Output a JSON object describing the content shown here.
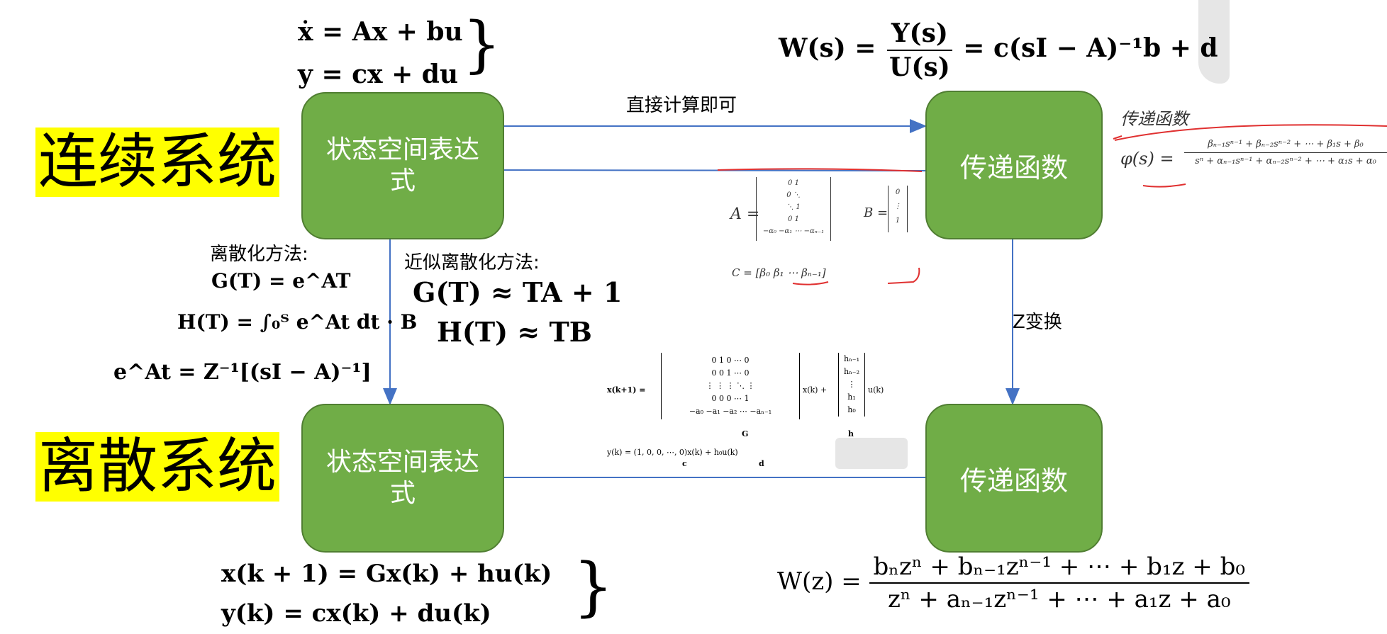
{
  "labels": {
    "continuous": "连续系统",
    "discrete": "离散系统"
  },
  "boxes": {
    "cont_state": "状态空间表达式",
    "cont_tf": "传递函数",
    "disc_state": "状态空间表达式",
    "disc_tf": "传递函数"
  },
  "annotations": {
    "direct_compute": "直接计算即可",
    "z_transform": "Z变换",
    "discretize_method": "离散化方法:",
    "approx_discretize": "近似离散化方法:"
  },
  "equations": {
    "cont_state_1": "ẋ = Ax + bu",
    "cont_state_2": "y = cx + du",
    "cont_tf_lhs": "W(s) =",
    "cont_tf_num": "Y(s)",
    "cont_tf_den": "U(s)",
    "cont_tf_rhs": "= c(sI − A)⁻¹b + d",
    "g_exact": "G(T) = e^AT",
    "h_exact": "H(T) = ∫₀ᵀ e^At dt · B",
    "eat": "e^At = Z⁻¹[(sI − A)⁻¹]",
    "g_approx": "G(T) ≈ TA + 1",
    "h_approx": "H(T) ≈ TB",
    "disc_state_1": "x(k + 1) = Gx(k) + hu(k)",
    "disc_state_2": "y(k) = cx(k) + du(k)",
    "disc_tf_lhs": "W(z) =",
    "disc_tf_num": "bₙzⁿ + bₙ₋₁zⁿ⁻¹ + ⋯ + b₁z + b₀",
    "disc_tf_den": "zⁿ + aₙ₋₁zⁿ⁻¹ + ⋯ + a₁z + a₀",
    "ctrl_form_x": "x(k+1) =",
    "ctrl_form_G_rows": [
      "0   1   0   ⋯   0",
      "0   0   1   ⋯   0",
      "⋮   ⋮   ⋮   ⋱   ⋮",
      "0   0   0   ⋯   1",
      "−a₀  −a₁  −a₂  ⋯  −aₙ₋₁"
    ],
    "ctrl_form_G_label": "G",
    "ctrl_form_mid": "x(k) +",
    "ctrl_form_h_rows": [
      "hₙ₋₁",
      "hₙ₋₂",
      "⋮",
      "h₁",
      "h₀"
    ],
    "ctrl_form_h_label": "h",
    "ctrl_form_u": "u(k)",
    "ctrl_form_y": "y(k) = (1, 0, 0, ⋯, 0)x(k) + h₀u(k)",
    "ctrl_form_c": "c",
    "ctrl_form_d": "d"
  },
  "handwriting": {
    "title": "传递函数",
    "phi": "φ(s) =",
    "num": "βₙ₋₁sⁿ⁻¹ + βₙ₋₂sⁿ⁻² + ⋯ + β₁s + β₀",
    "den": "sⁿ + αₙ₋₁sⁿ⁻¹ + αₙ₋₂sⁿ⁻² + ⋯ + α₁s + α₀",
    "A_label": "A =",
    "A_rows": [
      "0  1",
      "0  ⋱",
      "⋱  1",
      "0  1",
      "−α₀ −α₁ ⋯ −αₙ₋₁"
    ],
    "B_label": "B =",
    "B_rows": [
      "0",
      "⋮",
      "1"
    ],
    "C_row": "C = [β₀  β₁  ⋯ βₙ₋₁]"
  },
  "colors": {
    "box_fill": "#70ad47",
    "box_border": "#507e32",
    "arrow": "#4472c4",
    "highlight": "#ffff00",
    "ink_red": "#e03030"
  }
}
